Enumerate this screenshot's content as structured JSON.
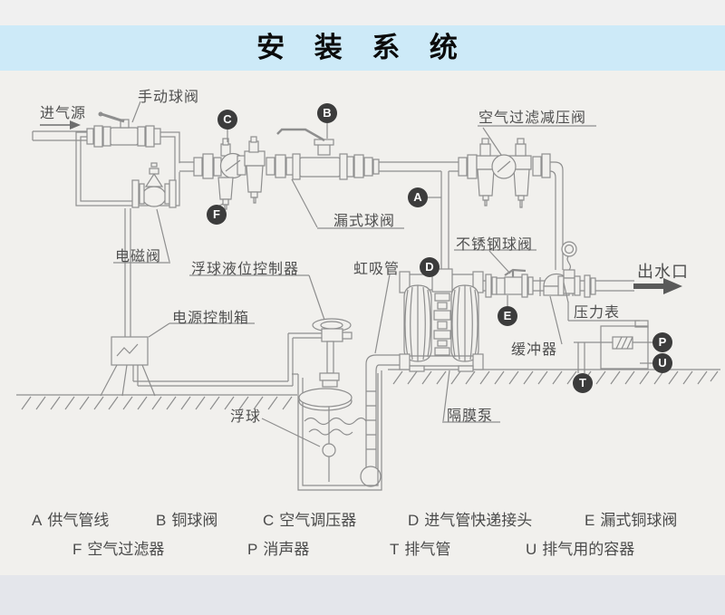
{
  "header": {
    "title": "安 装 系 统"
  },
  "colors": {
    "header_bg": "#cdeaf8",
    "footer_bg": "#e4e6eb",
    "main_bg": "#f1f0ed",
    "line": "#8e8e8e",
    "badge_bg": "#3c3c3c",
    "text": "#4f4f4f"
  },
  "labels": {
    "inlet_source": "进气源",
    "manual_ball_valve": "手动球阀",
    "air_filter_reducer": "空气过滤减压阀",
    "leak_ball_valve": "漏式球阀",
    "solenoid_valve": "电磁阀",
    "float_level_controller": "浮球液位控制器",
    "siphon": "虹吸管",
    "stainless_ball_valve": "不锈钢球阀",
    "water_outlet": "出水口",
    "power_control_box": "电源控制箱",
    "pressure_gauge": "压力表",
    "buffer": "缓冲器",
    "float_ball": "浮球",
    "diaphragm_pump": "隔膜泵"
  },
  "badges": {
    "a": "A",
    "b": "B",
    "c": "C",
    "d": "D",
    "e": "E",
    "f": "F",
    "p": "P",
    "t": "T",
    "u": "U"
  },
  "legend": {
    "row1": [
      {
        "key": "A",
        "label": "供气管线"
      },
      {
        "key": "B",
        "label": "铜球阀"
      },
      {
        "key": "C",
        "label": "空气调压器"
      },
      {
        "key": "D",
        "label": "进气管快递接头"
      },
      {
        "key": "E",
        "label": "漏式铜球阀"
      }
    ],
    "row2": [
      {
        "key": "F",
        "label": "空气过滤器"
      },
      {
        "key": "P",
        "label": "消声器"
      },
      {
        "key": "T",
        "label": "排气管"
      },
      {
        "key": "U",
        "label": "排气用的容器"
      }
    ]
  }
}
